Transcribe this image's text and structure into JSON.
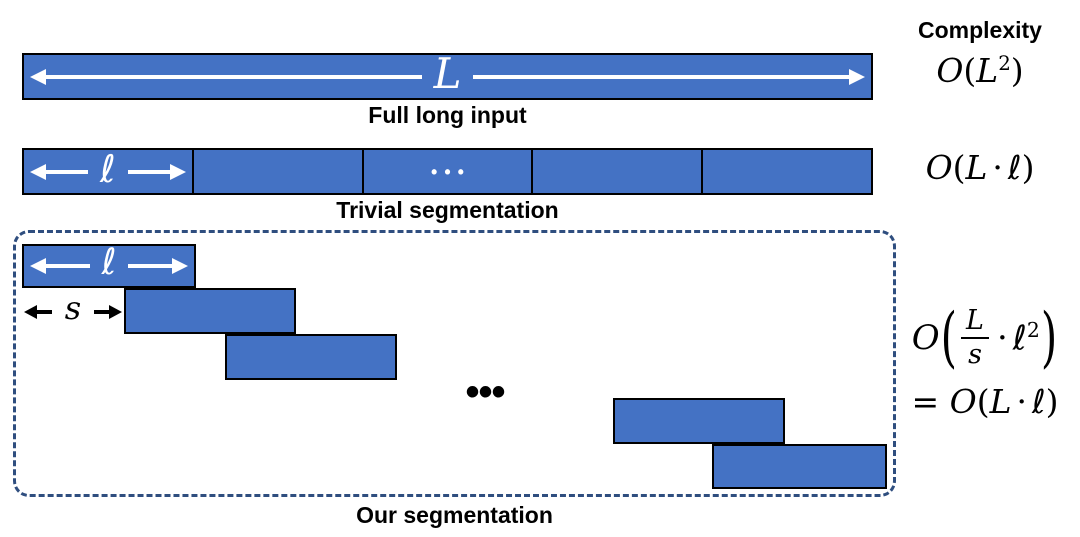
{
  "header": {
    "complexity_label": "Complexity"
  },
  "rows": {
    "full": {
      "bar_label": "L",
      "caption": "Full long input",
      "complexity": {
        "o": "O",
        "open": "(",
        "v": "L",
        "sup": "2",
        "close": ")"
      }
    },
    "trivial": {
      "segment_label": "ℓ",
      "ellipsis": "•••",
      "caption": "Trivial segmentation",
      "complexity": {
        "o": "O",
        "open": "(",
        "v1": "L",
        "dot": "·",
        "v2": "ℓ",
        "close": ")"
      }
    },
    "ours": {
      "segment_label": "ℓ",
      "stride_label": "s",
      "ellipsis": "•••",
      "caption": "Our segmentation",
      "complexity_line1": {
        "o": "O",
        "open": "(",
        "num": "L",
        "den": "s",
        "dot": "·",
        "v": "ℓ",
        "sup": "2",
        "close": ")"
      },
      "complexity_line2": {
        "eq": "=",
        "o": "O",
        "open": "(",
        "v1": "L",
        "dot": "·",
        "v2": "ℓ",
        "close": ")"
      }
    }
  },
  "colors": {
    "segment_fill": "#4472C4",
    "segment_border": "#000000",
    "dashed_outline": "#2F4E7F",
    "annotation_white": "#FFFFFF",
    "text": "#000000"
  }
}
